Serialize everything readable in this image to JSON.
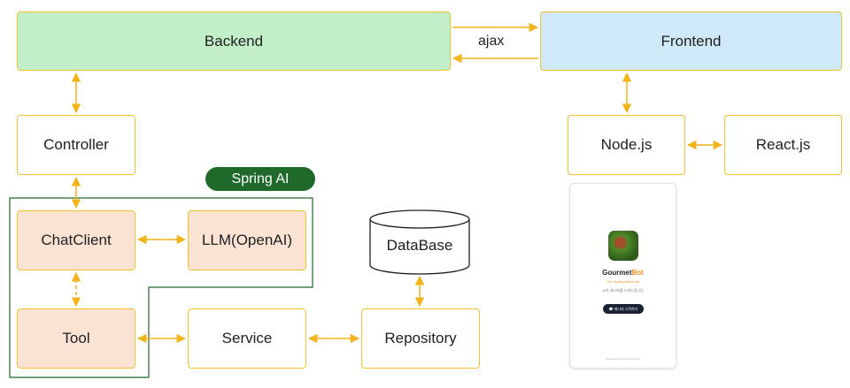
{
  "nodes": {
    "backend": "Backend",
    "frontend": "Frontend",
    "controller": "Controller",
    "nodejs": "Node.js",
    "reactjs": "React.js",
    "chatclient": "ChatClient",
    "llm": "LLM(OpenAI)",
    "tool": "Tool",
    "service": "Service",
    "repository": "Repository",
    "database": "DataBase"
  },
  "group_label": "Spring AI",
  "edge_label_ajax": "ajax",
  "phone_app": {
    "name_part1": "Gourmet",
    "name_part2": "Bot",
    "welcome": "The Spring Welcome",
    "subtitle": "AI가 레시피를 도와드립니다",
    "button": "💬 레시피 시작하기",
    "footer": "Powered by OpenAI & Spring"
  },
  "colors": {
    "border": "#f2c12e",
    "arrow": "#f2b41a",
    "backend_fill": "#c2efc8",
    "frontend_fill": "#cfe9f8",
    "spring_ai_fill": "#fbe3d3",
    "group_border": "#1f6a2b",
    "pill_fill": "#1f6a2b"
  }
}
